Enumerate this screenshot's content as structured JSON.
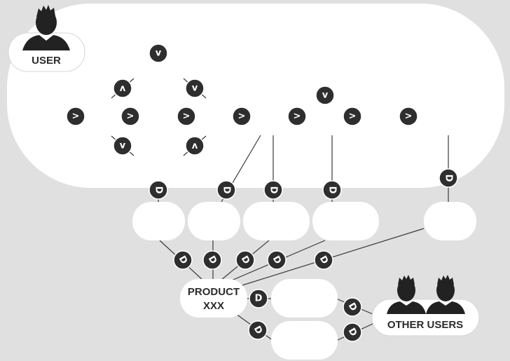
{
  "labels": {
    "user": "USER",
    "product_line1": "PRODUCT",
    "product_line2": "XXX",
    "other_users": "OTHER USERS"
  },
  "markers": {
    "arrow_glyph": ">",
    "down_glyph": "v",
    "d_glyph": "D"
  },
  "colors": {
    "background": "#e0e0e0",
    "node_fill": "#ffffff",
    "marker_fill": "#2e2e2e",
    "line": "#3a3a3a",
    "person": "#222222"
  },
  "icons": [
    "person-icon"
  ]
}
